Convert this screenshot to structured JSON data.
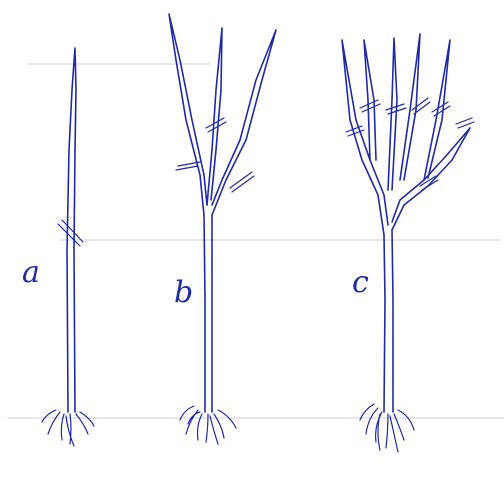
{
  "labels": {
    "a": "a",
    "b": "b",
    "c": "c"
  },
  "colors": {
    "ink": "#1f2aa6",
    "guide_lines": "#c9cce6",
    "paper": "#ffffff"
  }
}
